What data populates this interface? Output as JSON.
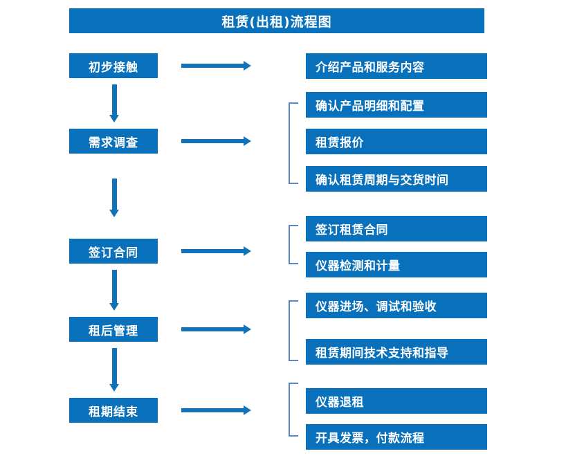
{
  "title": "租赁(出租)流程图",
  "theme": {
    "box_fill": "#0970bc",
    "box_text": "#ffffff",
    "arrow": "#1272b8",
    "bracket": "#5b86c4",
    "background": "#ffffff"
  },
  "stages": [
    {
      "label": "初步接触"
    },
    {
      "label": "需求调查"
    },
    {
      "label": "签订合同"
    },
    {
      "label": "租后管理"
    },
    {
      "label": "租期结束"
    }
  ],
  "details": [
    {
      "label": "介绍产品和服务内容"
    },
    {
      "label": "确认产品明细和配置"
    },
    {
      "label": "租赁报价"
    },
    {
      "label": "确认租赁周期与交货时间"
    },
    {
      "label": "签订租赁合同"
    },
    {
      "label": "仪器检测和计量"
    },
    {
      "label": "仪器进场、调试和验收"
    },
    {
      "label": "租赁期间技术支持和指导"
    },
    {
      "label": "仪器退租"
    },
    {
      "label": "开具发票，付款流程"
    }
  ],
  "groups": [
    {
      "stage": "需求调查",
      "detail_indices": [
        1,
        2,
        3
      ]
    },
    {
      "stage": "签订合同",
      "detail_indices": [
        4,
        5
      ]
    },
    {
      "stage": "租后管理",
      "detail_indices": [
        6,
        7
      ]
    },
    {
      "stage": "租期结束",
      "detail_indices": [
        8,
        9
      ]
    }
  ],
  "connectors": {
    "vertical_arrows": 4,
    "horizontal_arrows": 5,
    "direction": "down-and-right"
  }
}
